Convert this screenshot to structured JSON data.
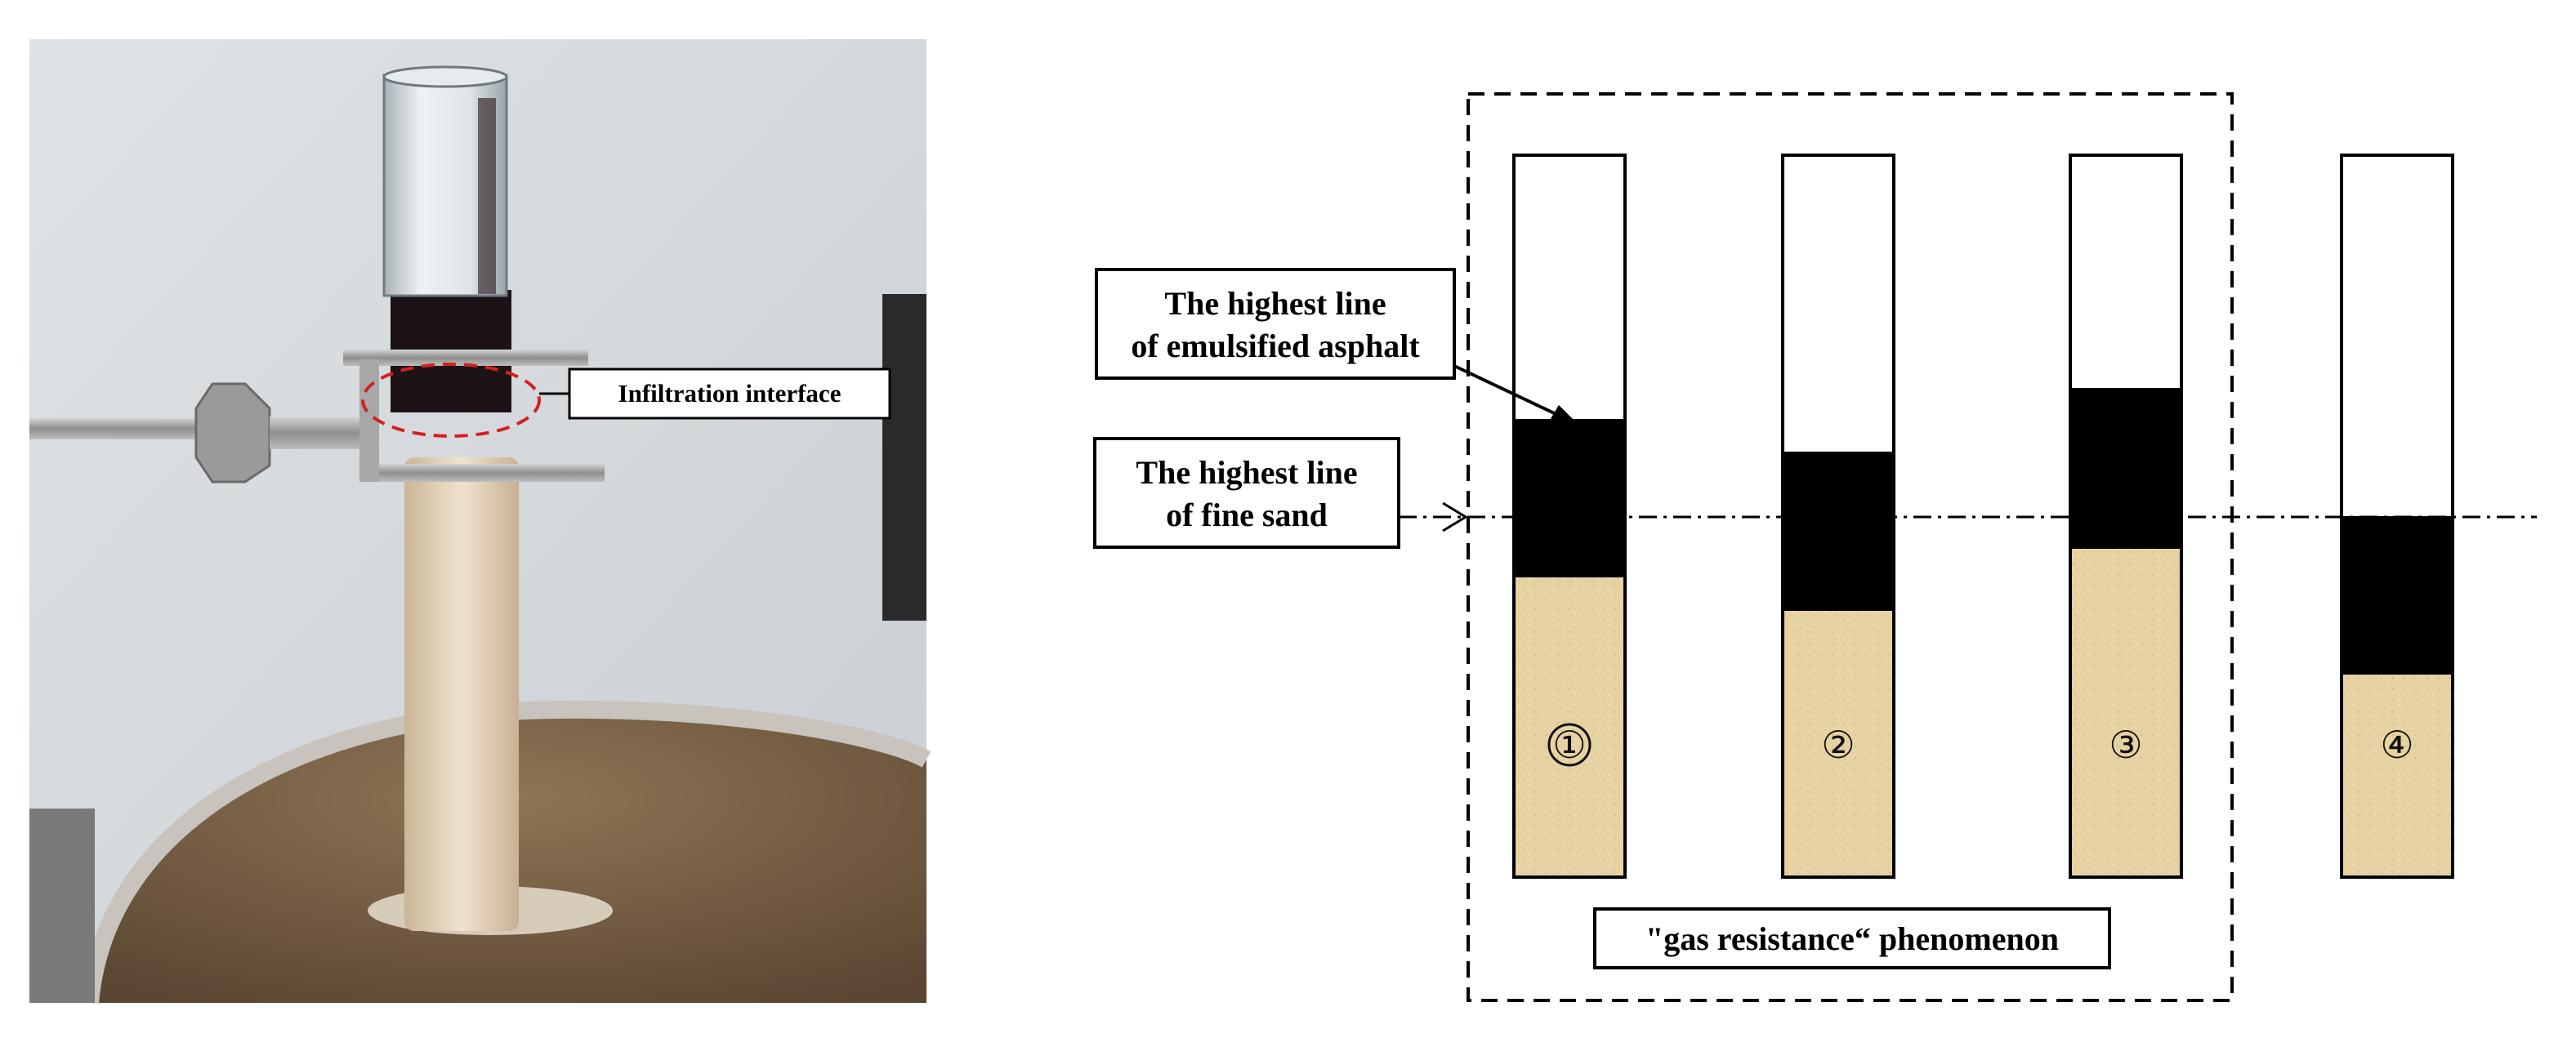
{
  "photo": {
    "callout": "Infiltration interface"
  },
  "schematic": {
    "labels": {
      "asphalt_line_1": "The highest line",
      "asphalt_line_2": "of emulsified asphalt",
      "sand_line_1": "The highest line",
      "sand_line_2": "of fine sand",
      "phenomenon": "\"gas resistance“ phenomenon"
    },
    "tubes": [
      {
        "marker": "①"
      },
      {
        "marker": "②"
      },
      {
        "marker": "③"
      },
      {
        "marker": "④"
      }
    ]
  },
  "colors": {
    "sand": "#e6d2a2",
    "asphalt": "#000000",
    "tube_border": "#000000",
    "wall": "#d9dde0",
    "callout_ellipse": "#d42020"
  }
}
